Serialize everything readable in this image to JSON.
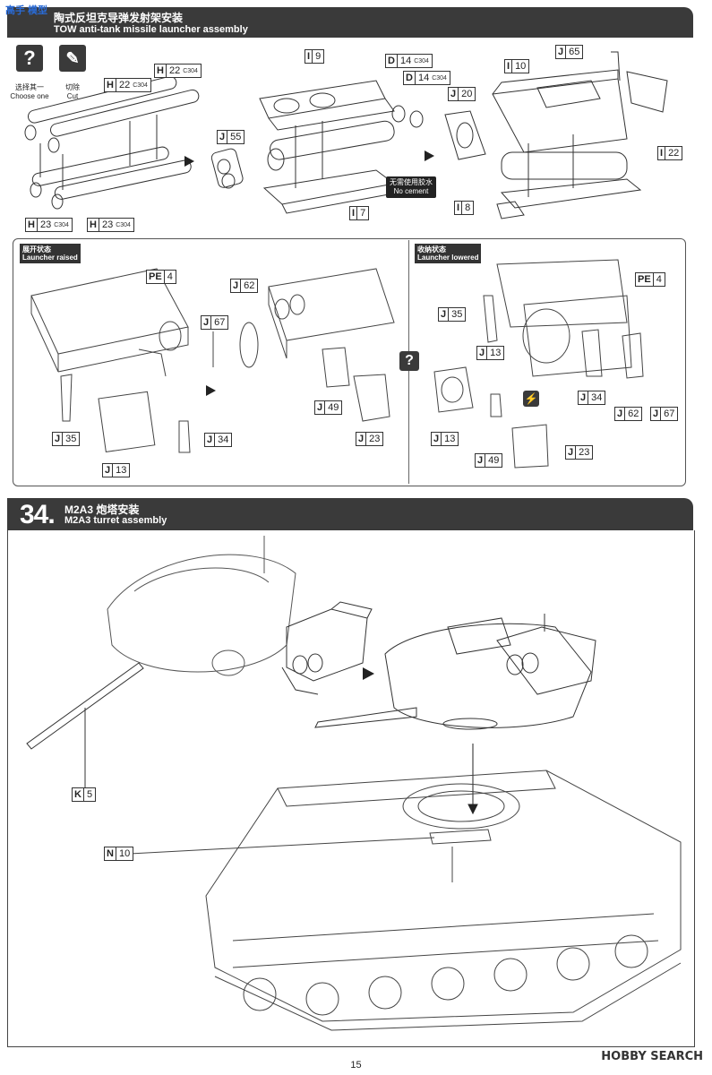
{
  "watermark_top": "高手 模型",
  "section_tow": {
    "title_cn": "陶式反坦克导弹发射架安装",
    "title_en": "TOW anti-tank missile launcher assembly",
    "choose_cn": "选择其一",
    "choose_en": "Choose one",
    "cut_cn": "切除",
    "cut_en": "Cut",
    "no_cement": "无需使用胶水\nNo cement",
    "parts": [
      {
        "letter": "H",
        "num": "22",
        "glue": "C304"
      },
      {
        "letter": "H",
        "num": "22",
        "glue": "C304"
      },
      {
        "letter": "H",
        "num": "23",
        "glue": "C304"
      },
      {
        "letter": "H",
        "num": "23",
        "glue": "C304"
      },
      {
        "letter": "J",
        "num": "55"
      },
      {
        "letter": "I",
        "num": "9"
      },
      {
        "letter": "I",
        "num": "7"
      },
      {
        "letter": "D",
        "num": "14",
        "glue": "C304"
      },
      {
        "letter": "D",
        "num": "14",
        "glue": "C304"
      },
      {
        "letter": "J",
        "num": "20"
      },
      {
        "letter": "I",
        "num": "10"
      },
      {
        "letter": "J",
        "num": "65"
      },
      {
        "letter": "I",
        "num": "22"
      },
      {
        "letter": "I",
        "num": "8"
      }
    ]
  },
  "launcher_raised": {
    "tag_cn": "展开状态",
    "tag_en": "Launcher raised",
    "parts": [
      {
        "letter": "PE",
        "num": "4"
      },
      {
        "letter": "J",
        "num": "62"
      },
      {
        "letter": "J",
        "num": "67"
      },
      {
        "letter": "J",
        "num": "35"
      },
      {
        "letter": "J",
        "num": "34"
      },
      {
        "letter": "J",
        "num": "13"
      },
      {
        "letter": "J",
        "num": "49"
      },
      {
        "letter": "J",
        "num": "23"
      }
    ]
  },
  "launcher_lowered": {
    "tag_cn": "收纳状态",
    "tag_en": "Launcher lowered",
    "parts": [
      {
        "letter": "PE",
        "num": "4"
      },
      {
        "letter": "J",
        "num": "35"
      },
      {
        "letter": "J",
        "num": "13"
      },
      {
        "letter": "J",
        "num": "34"
      },
      {
        "letter": "J",
        "num": "62"
      },
      {
        "letter": "J",
        "num": "67"
      },
      {
        "letter": "J",
        "num": "13"
      },
      {
        "letter": "J",
        "num": "49"
      },
      {
        "letter": "J",
        "num": "23"
      }
    ]
  },
  "step34": {
    "number": "34.",
    "title_cn": "M2A3 炮塔安装",
    "title_en": "M2A3 turret assembly",
    "parts": [
      {
        "letter": "K",
        "num": "5"
      },
      {
        "letter": "N",
        "num": "10"
      }
    ]
  },
  "page_number": "15",
  "watermark_bottom": "HOBBY SEARCH",
  "colors": {
    "header_bg": "#3a3a3a",
    "line": "#222222"
  }
}
